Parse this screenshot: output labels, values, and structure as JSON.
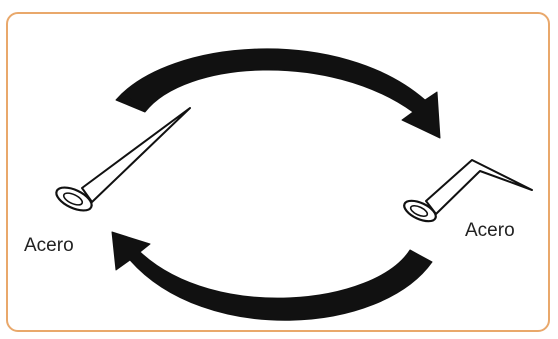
{
  "labels": {
    "left": "Acero",
    "right": "Acero"
  },
  "colors": {
    "frame_border": "#e9a86b",
    "arrow": "#111111",
    "nail_stroke": "#111111",
    "text": "#222222"
  },
  "icons": {
    "top_arrow": "curved-arrow-right",
    "bottom_arrow": "curved-arrow-left",
    "left_object": "straight-nail",
    "right_object": "bent-nail"
  }
}
